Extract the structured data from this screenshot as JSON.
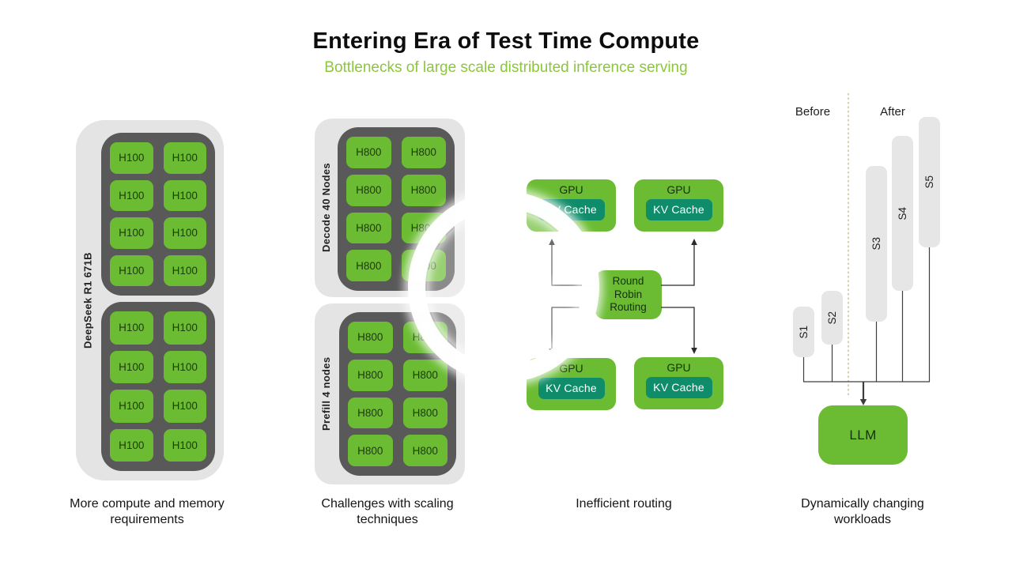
{
  "header": {
    "title": "Entering Era of Test Time Compute",
    "subtitle": "Bottlenecks of large scale distributed inference serving"
  },
  "colors": {
    "accent_green": "#6bbc33",
    "subtitle_green": "#8cc63e",
    "kv_cache_teal": "#0f8c69",
    "node_dark_gray": "#595959",
    "panel_light_gray": "#e4e4e4",
    "divider_tan": "#c9bc8c"
  },
  "panel1": {
    "label": "DeepSeek R1 671B",
    "chip": "H100",
    "caption": "More compute and memory requirements"
  },
  "panel2": {
    "decode_label": "Decode 40 Nodes",
    "prefill_label": "Prefill 4 nodes",
    "chip": "H800",
    "caption": "Challenges with scaling techniques"
  },
  "panel3": {
    "gpu_label": "GPU",
    "kv_label": "KV Cache",
    "router_label": "Round\nRobin\nRouting",
    "caption": "Inefficient routing"
  },
  "panel4": {
    "before_label": "Before",
    "after_label": "After",
    "bars": [
      "S1",
      "S2",
      "S3",
      "S4",
      "S5"
    ],
    "llm_label": "LLM",
    "caption": "Dynamically changing workloads"
  },
  "player": {
    "control": "play"
  }
}
